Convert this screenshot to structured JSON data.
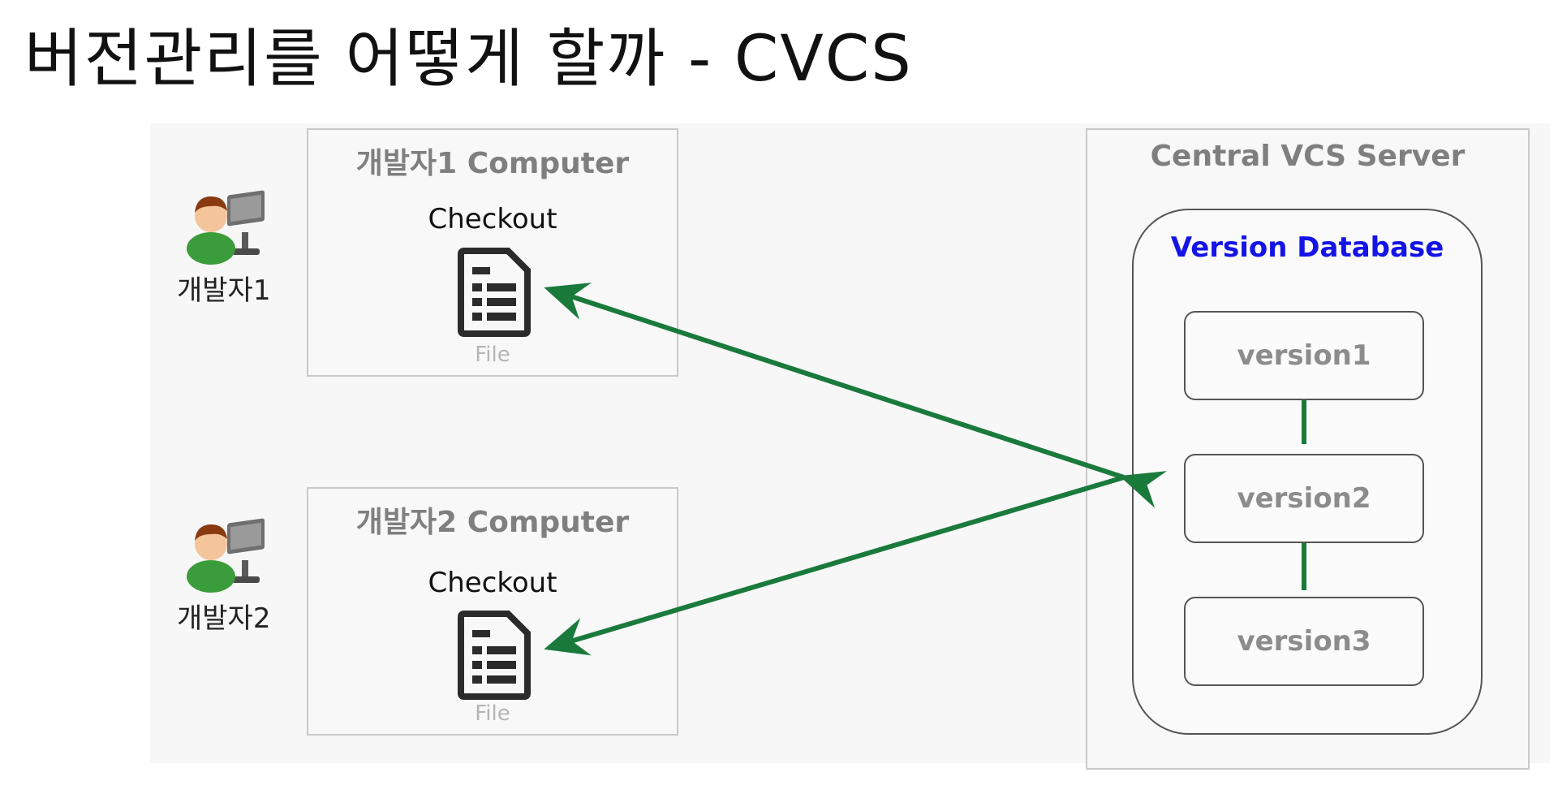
{
  "title": "버전관리를 어떻게 할까 - CVCS",
  "colors": {
    "arrow": "#1a7a3c",
    "db_title": "#1414e6",
    "box_title": "#7f7f7f",
    "version_text": "#8c8c8c"
  },
  "developers": [
    {
      "label": "개발자1",
      "icon": "developer-at-computer-icon",
      "computer": {
        "title": "개발자1 Computer",
        "checkout": "Checkout",
        "file_label": "File",
        "file_icon": "document-icon"
      }
    },
    {
      "label": "개발자2",
      "icon": "developer-at-computer-icon",
      "computer": {
        "title": "개발자2 Computer",
        "checkout": "Checkout",
        "file_label": "File",
        "file_icon": "document-icon"
      }
    }
  ],
  "server": {
    "title": "Central VCS Server",
    "database": {
      "title": "Version Database",
      "versions": [
        "version1",
        "version2",
        "version3"
      ]
    }
  }
}
